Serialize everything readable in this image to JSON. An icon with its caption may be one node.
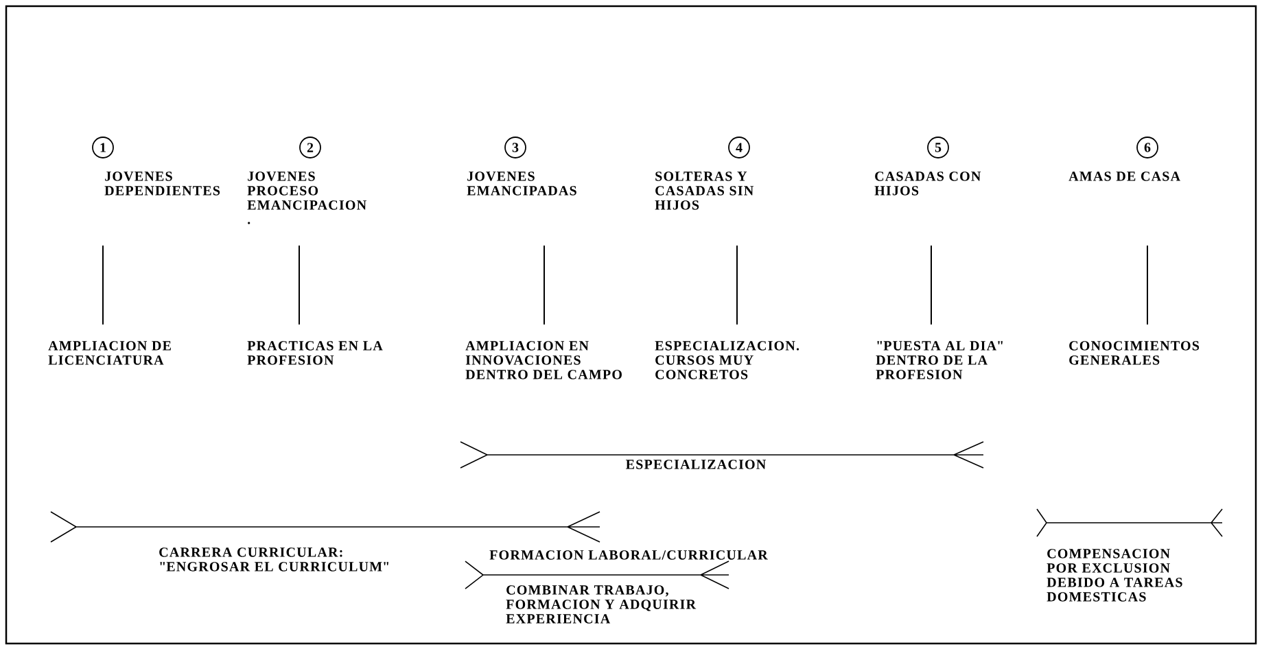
{
  "diagram": {
    "nodes": [
      {
        "text": [
          "1"
        ],
        "beside": [
          "JOVENES DEPENDIENTES"
        ]
      },
      {
        "text": [
          "2"
        ],
        "beside": [
          "JOVENES PROCESO EMANCIPACION ."
        ]
      },
      {
        "text": [
          "3"
        ],
        "beside": [
          "JOVENES EMANCIPADAS"
        ]
      },
      {
        "text": [
          "4"
        ],
        "beside": [
          "SOLTERAS Y CASADAS SIN HIJOS"
        ]
      },
      {
        "text": [
          "5"
        ],
        "beside": [
          "CASADAS CON HIJOS"
        ]
      },
      {
        "text": [
          "6"
        ],
        "beside": [
          "AMAS DE CASA"
        ]
      },
      {
        "text": [
          "AMPLIACION DE LICENCIATURA"
        ]
      },
      {
        "text": [
          "PRACTICAS EN LA PROFESION"
        ]
      },
      {
        "text": [
          "AMPLIACION EN INNOVACIONES DENTRO DEL CAMPO"
        ]
      },
      {
        "text": [
          "ESPECIALIZACION. CURSOS MUY CONCRETOS"
        ]
      },
      {
        "text": [
          "\"PUESTA AL DIA\" DENTRO DE LA PROFESION"
        ]
      },
      {
        "text": [
          "CONOCIMIENTOS GENERALES"
        ]
      }
    ],
    "edges": [
      {
        "from": 0,
        "to": 6,
        "arrow": "none"
      },
      {
        "from": 1,
        "to": 7,
        "arrow": "none"
      },
      {
        "from": 2,
        "to": 8,
        "arrow": "none"
      },
      {
        "from": 3,
        "to": 9,
        "arrow": "none"
      },
      {
        "from": 4,
        "to": 10,
        "arrow": "none"
      },
      {
        "from": 5,
        "to": 11,
        "arrow": "none"
      }
    ],
    "labels": [
      "ESPECIALIZACION",
      "CARRERA CURRICULAR: \"ENGROSAR EL CURRICULUM\"",
      "FORMACION LABORAL/CURRICULAR",
      "COMBINAR TRABAJO, FORMACION Y ADQUIRIR EXPERIENCIA",
      "COMPENSACION POR EXCLUSION DEBIDO A TAREAS DOMESTICAS"
    ]
  }
}
